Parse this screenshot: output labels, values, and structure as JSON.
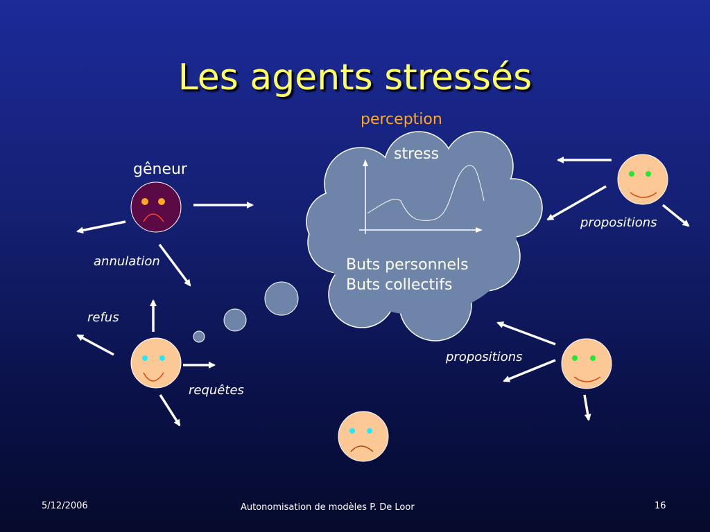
{
  "slide": {
    "title": "Les agents stressés"
  },
  "cloud": {
    "perception_label": "perception",
    "stress_label": "stress",
    "goals": [
      "Buts personnels",
      "Buts collectifs"
    ]
  },
  "labels": {
    "geneur": "gêneur",
    "annulation": "annulation",
    "refus": "refus",
    "requetes": "requêtes",
    "propositions_top": "propositions",
    "propositions_bottom": "propositions"
  },
  "colors": {
    "title": "#ffff66",
    "perception": "#ffa822",
    "cloud_fill": "#6e84a8",
    "face_fill": "#fcc895",
    "geneur_face_fill": "#5c0a46",
    "arrow": "#ffffff"
  },
  "footer": {
    "date": "5/12/2006",
    "center": "Autonomisation de modèles P. De Loor",
    "page": "16"
  }
}
